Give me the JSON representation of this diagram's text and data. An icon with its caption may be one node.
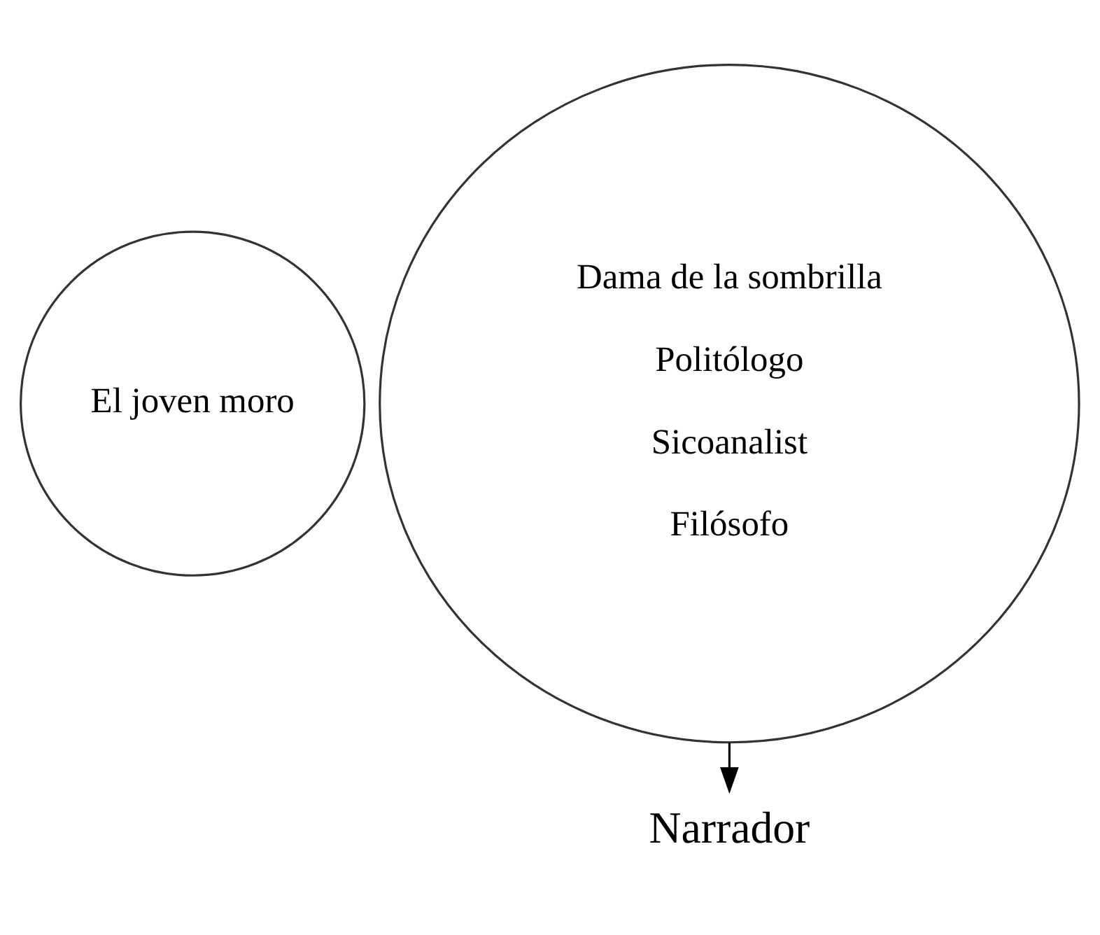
{
  "diagram": {
    "nodes": [
      {
        "text": [
          "El joven moro"
        ]
      },
      {
        "text": [
          "Dama de la sombrilla",
          "Politólogo",
          "Sicoanalist",
          "Filósofo"
        ]
      },
      {
        "text": [
          "Narrador"
        ]
      }
    ],
    "edges": [
      {
        "from": 1,
        "to": 2,
        "arrow": "to"
      }
    ]
  }
}
